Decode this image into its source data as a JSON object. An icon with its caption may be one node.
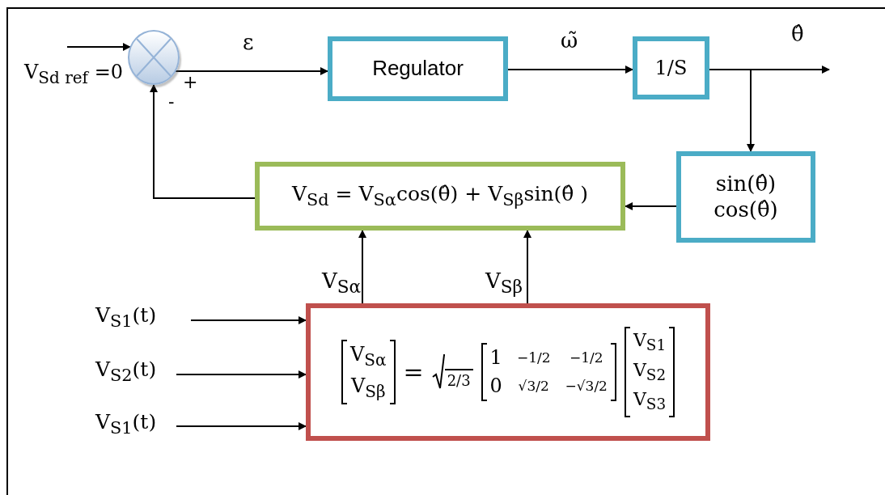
{
  "diagram": {
    "nodes": [
      {
        "text": [],
        "shape": "circle"
      },
      {
        "text": [
          "Regulator"
        ]
      },
      {
        "text": [
          "1/S"
        ]
      },
      {
        "text": [
          "sin(θ̂)",
          "cos(θ̂)"
        ]
      },
      {
        "text": [
          "V$_{Sd}$ = V$_{Sα}$cos(θ̂) + V$_{Sβ}$sin(θ̂ )"
        ]
      },
      {
        "text": [
          "V$_{Sα}$",
          "V$_{Sβ}$",
          "=",
          "2/3",
          "1",
          "−1/2",
          "−1/2",
          "0",
          "√3/2",
          "−√3/2",
          "V$_{S1}$",
          "V$_{S2}$",
          "V$_{S3}$"
        ]
      },
      {
        "text": [
          "V$_{S1}$(t)"
        ]
      },
      {
        "text": [
          "V$_{S2}$(t)"
        ]
      },
      {
        "text": [
          "V$_{S1}$(t)"
        ]
      }
    ],
    "edges": [
      {
        "from": null,
        "to": 0,
        "arrow": "to"
      },
      {
        "from": 0,
        "to": 1,
        "arrow": "to",
        "label": "ε"
      },
      {
        "from": 1,
        "to": 2,
        "arrow": "to",
        "label": "ω̃"
      },
      {
        "from": 2,
        "to": null,
        "arrow": "to",
        "label": "θ̂"
      },
      {
        "from": 2,
        "to": 3,
        "arrow": "to"
      },
      {
        "from": 3,
        "to": 4,
        "arrow": "to"
      },
      {
        "from": 4,
        "to": 0,
        "arrow": "to"
      },
      {
        "from": 5,
        "to": 4,
        "arrow": "to",
        "label": "V$_{Sα}$"
      },
      {
        "from": 5,
        "to": 4,
        "arrow": "to",
        "label": "V$_{Sβ}$"
      },
      {
        "from": 6,
        "to": 5,
        "arrow": "to"
      },
      {
        "from": 7,
        "to": 5,
        "arrow": "to"
      },
      {
        "from": 8,
        "to": 5,
        "arrow": "to"
      }
    ],
    "labels": [
      "V$_{Sd ref}$ =0",
      "+",
      "-"
    ]
  }
}
